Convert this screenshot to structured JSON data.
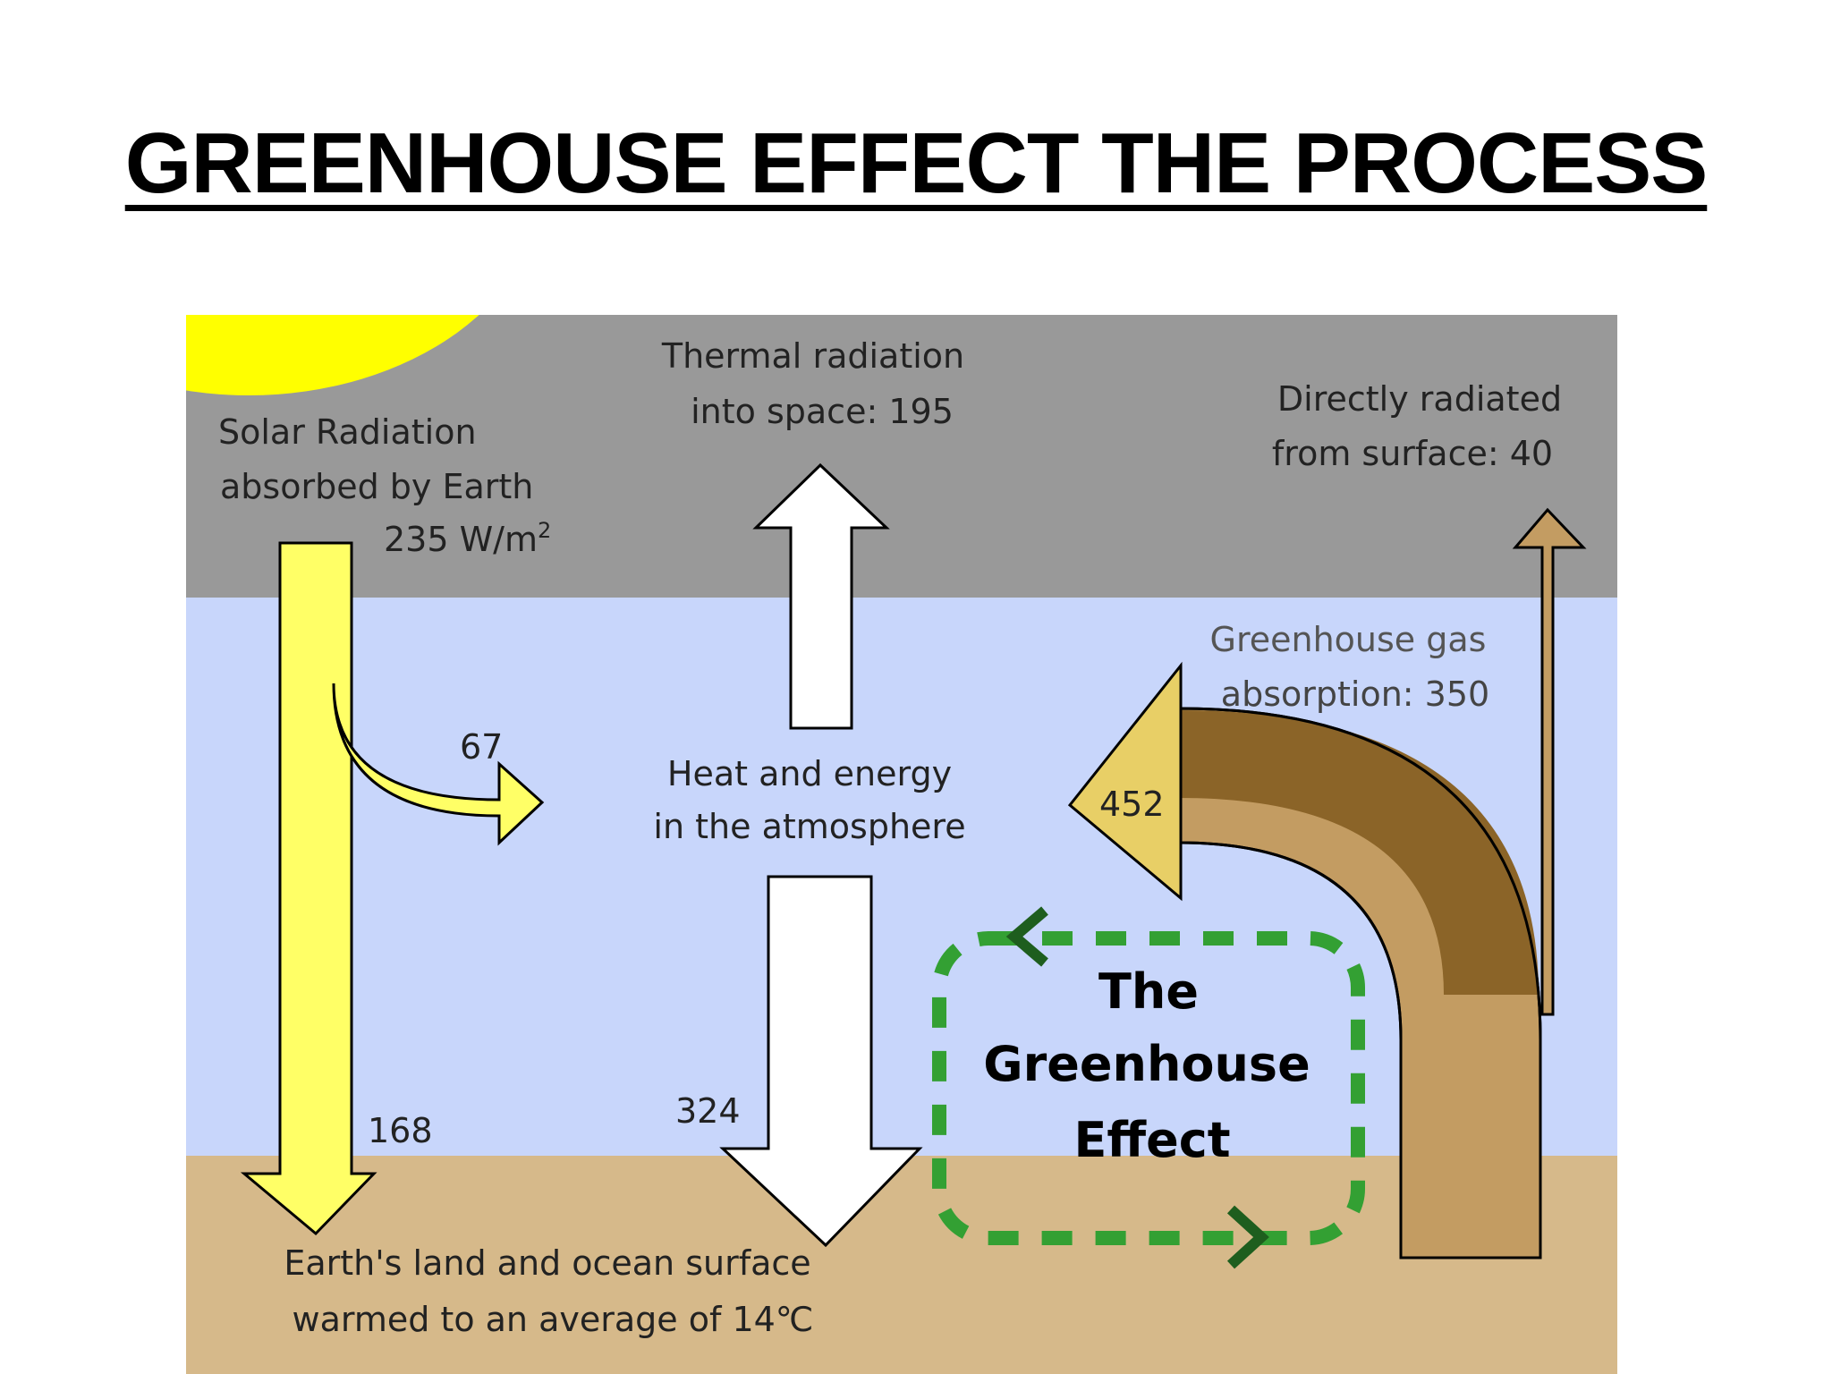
{
  "title": "GREENHOUSE EFFECT THE PROCESS",
  "labels": {
    "solar_line1": "Solar Radiation",
    "solar_line2": "absorbed by Earth",
    "solar_value": "235 W/m",
    "solar_unit_sup": "2",
    "thermal_line1": "Thermal radiation",
    "thermal_line2": "into space: 195",
    "direct_line1": "Directly radiated",
    "direct_line2": "from surface: 40",
    "ghg_line1": "Greenhouse gas",
    "ghg_line2": "absorption: 350",
    "atmo_line1": "Heat and energy",
    "atmo_line2": "in the atmosphere",
    "val_67": "67",
    "val_168": "168",
    "val_324": "324",
    "val_452": "452",
    "effect_line1": "The",
    "effect_line2": "Greenhouse",
    "effect_line3": "Effect",
    "surface_line1": "Earth's land and ocean surface",
    "surface_line2": "warmed to an average of 14℃"
  },
  "colors": {
    "space": "#999999",
    "atmosphere": "#c8d6fb",
    "surface": "#d6b98a",
    "sun": "#ffff00",
    "solar_arrow": "#ffff66",
    "absorbed_arrow": "#e8cf66",
    "brown_dark": "#8b6428",
    "brown_light": "#c39c62",
    "loop_green": "#33a033",
    "loop_dark_green": "#1e5e1e"
  }
}
